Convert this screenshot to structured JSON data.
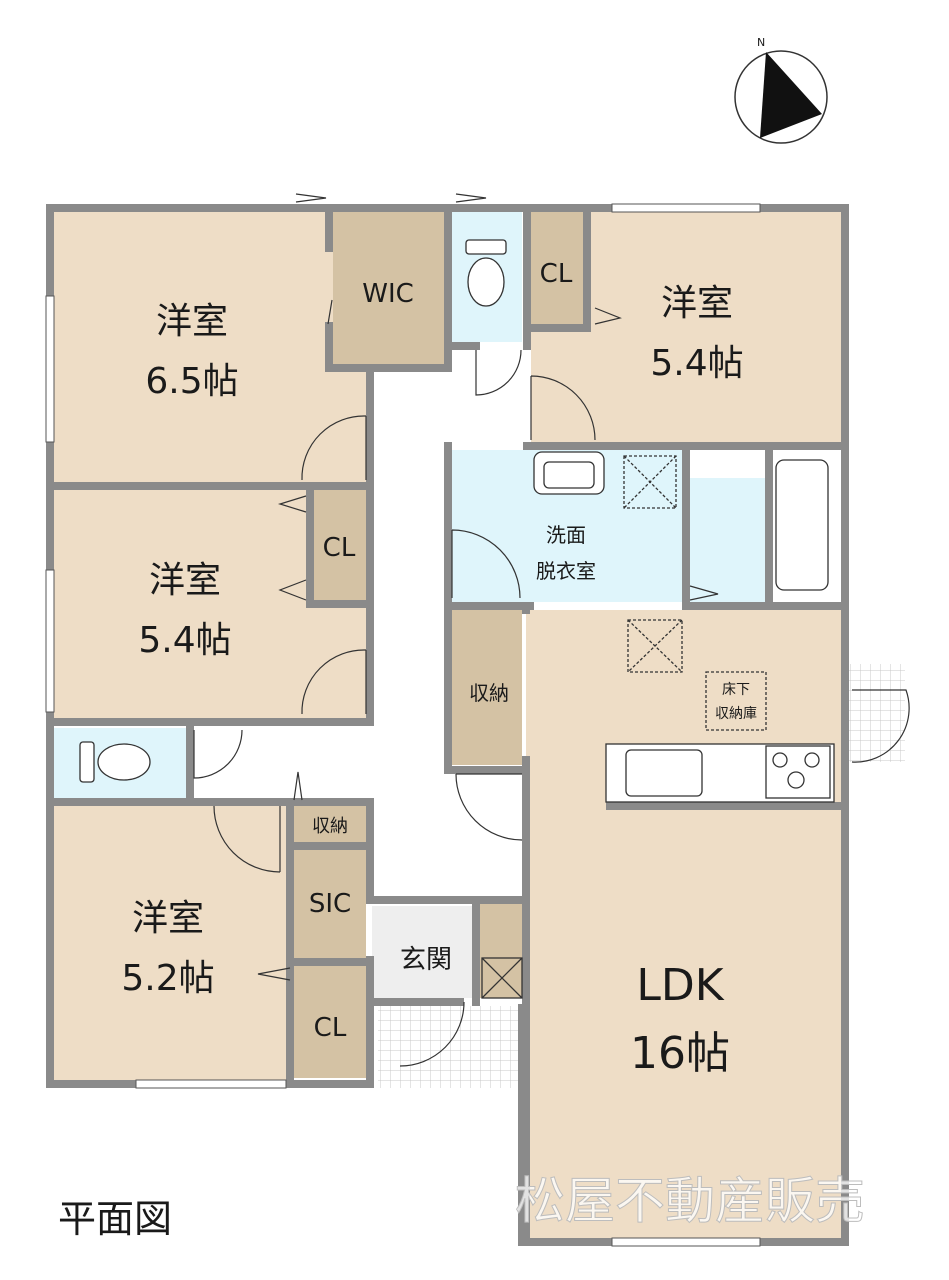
{
  "colors": {
    "room": "#EEDDC6",
    "storage": "#D4C2A4",
    "wet": "#DFF5FB",
    "entrance": "#EEEEEE",
    "wall": "#8A8A8A",
    "text": "#1A1A1A"
  },
  "compass": {
    "north_label": "N"
  },
  "rooms": {
    "bedroom_nw": {
      "name": "洋室",
      "size": "6.5帖"
    },
    "wic": {
      "name": "WIC"
    },
    "cl_north": {
      "name": "CL"
    },
    "bedroom_ne": {
      "name": "洋室",
      "size": "5.4帖"
    },
    "cl_west_mid": {
      "name": "CL"
    },
    "bedroom_w_mid": {
      "name": "洋室",
      "size": "5.4帖"
    },
    "washroom": {
      "name": "洗面",
      "name2": "脱衣室"
    },
    "storage_ldk": {
      "name": "収納"
    },
    "underfloor": {
      "name": "床下",
      "name2": "収納庫"
    },
    "storage_small": {
      "name": "収納"
    },
    "sic": {
      "name": "SIC"
    },
    "bedroom_sw": {
      "name": "洋室",
      "size": "5.2帖"
    },
    "entrance": {
      "name": "玄関"
    },
    "cl_south": {
      "name": "CL"
    },
    "ldk": {
      "name": "LDK",
      "size": "16帖"
    }
  },
  "caption": "平面図",
  "watermark": "松屋不動産販売"
}
